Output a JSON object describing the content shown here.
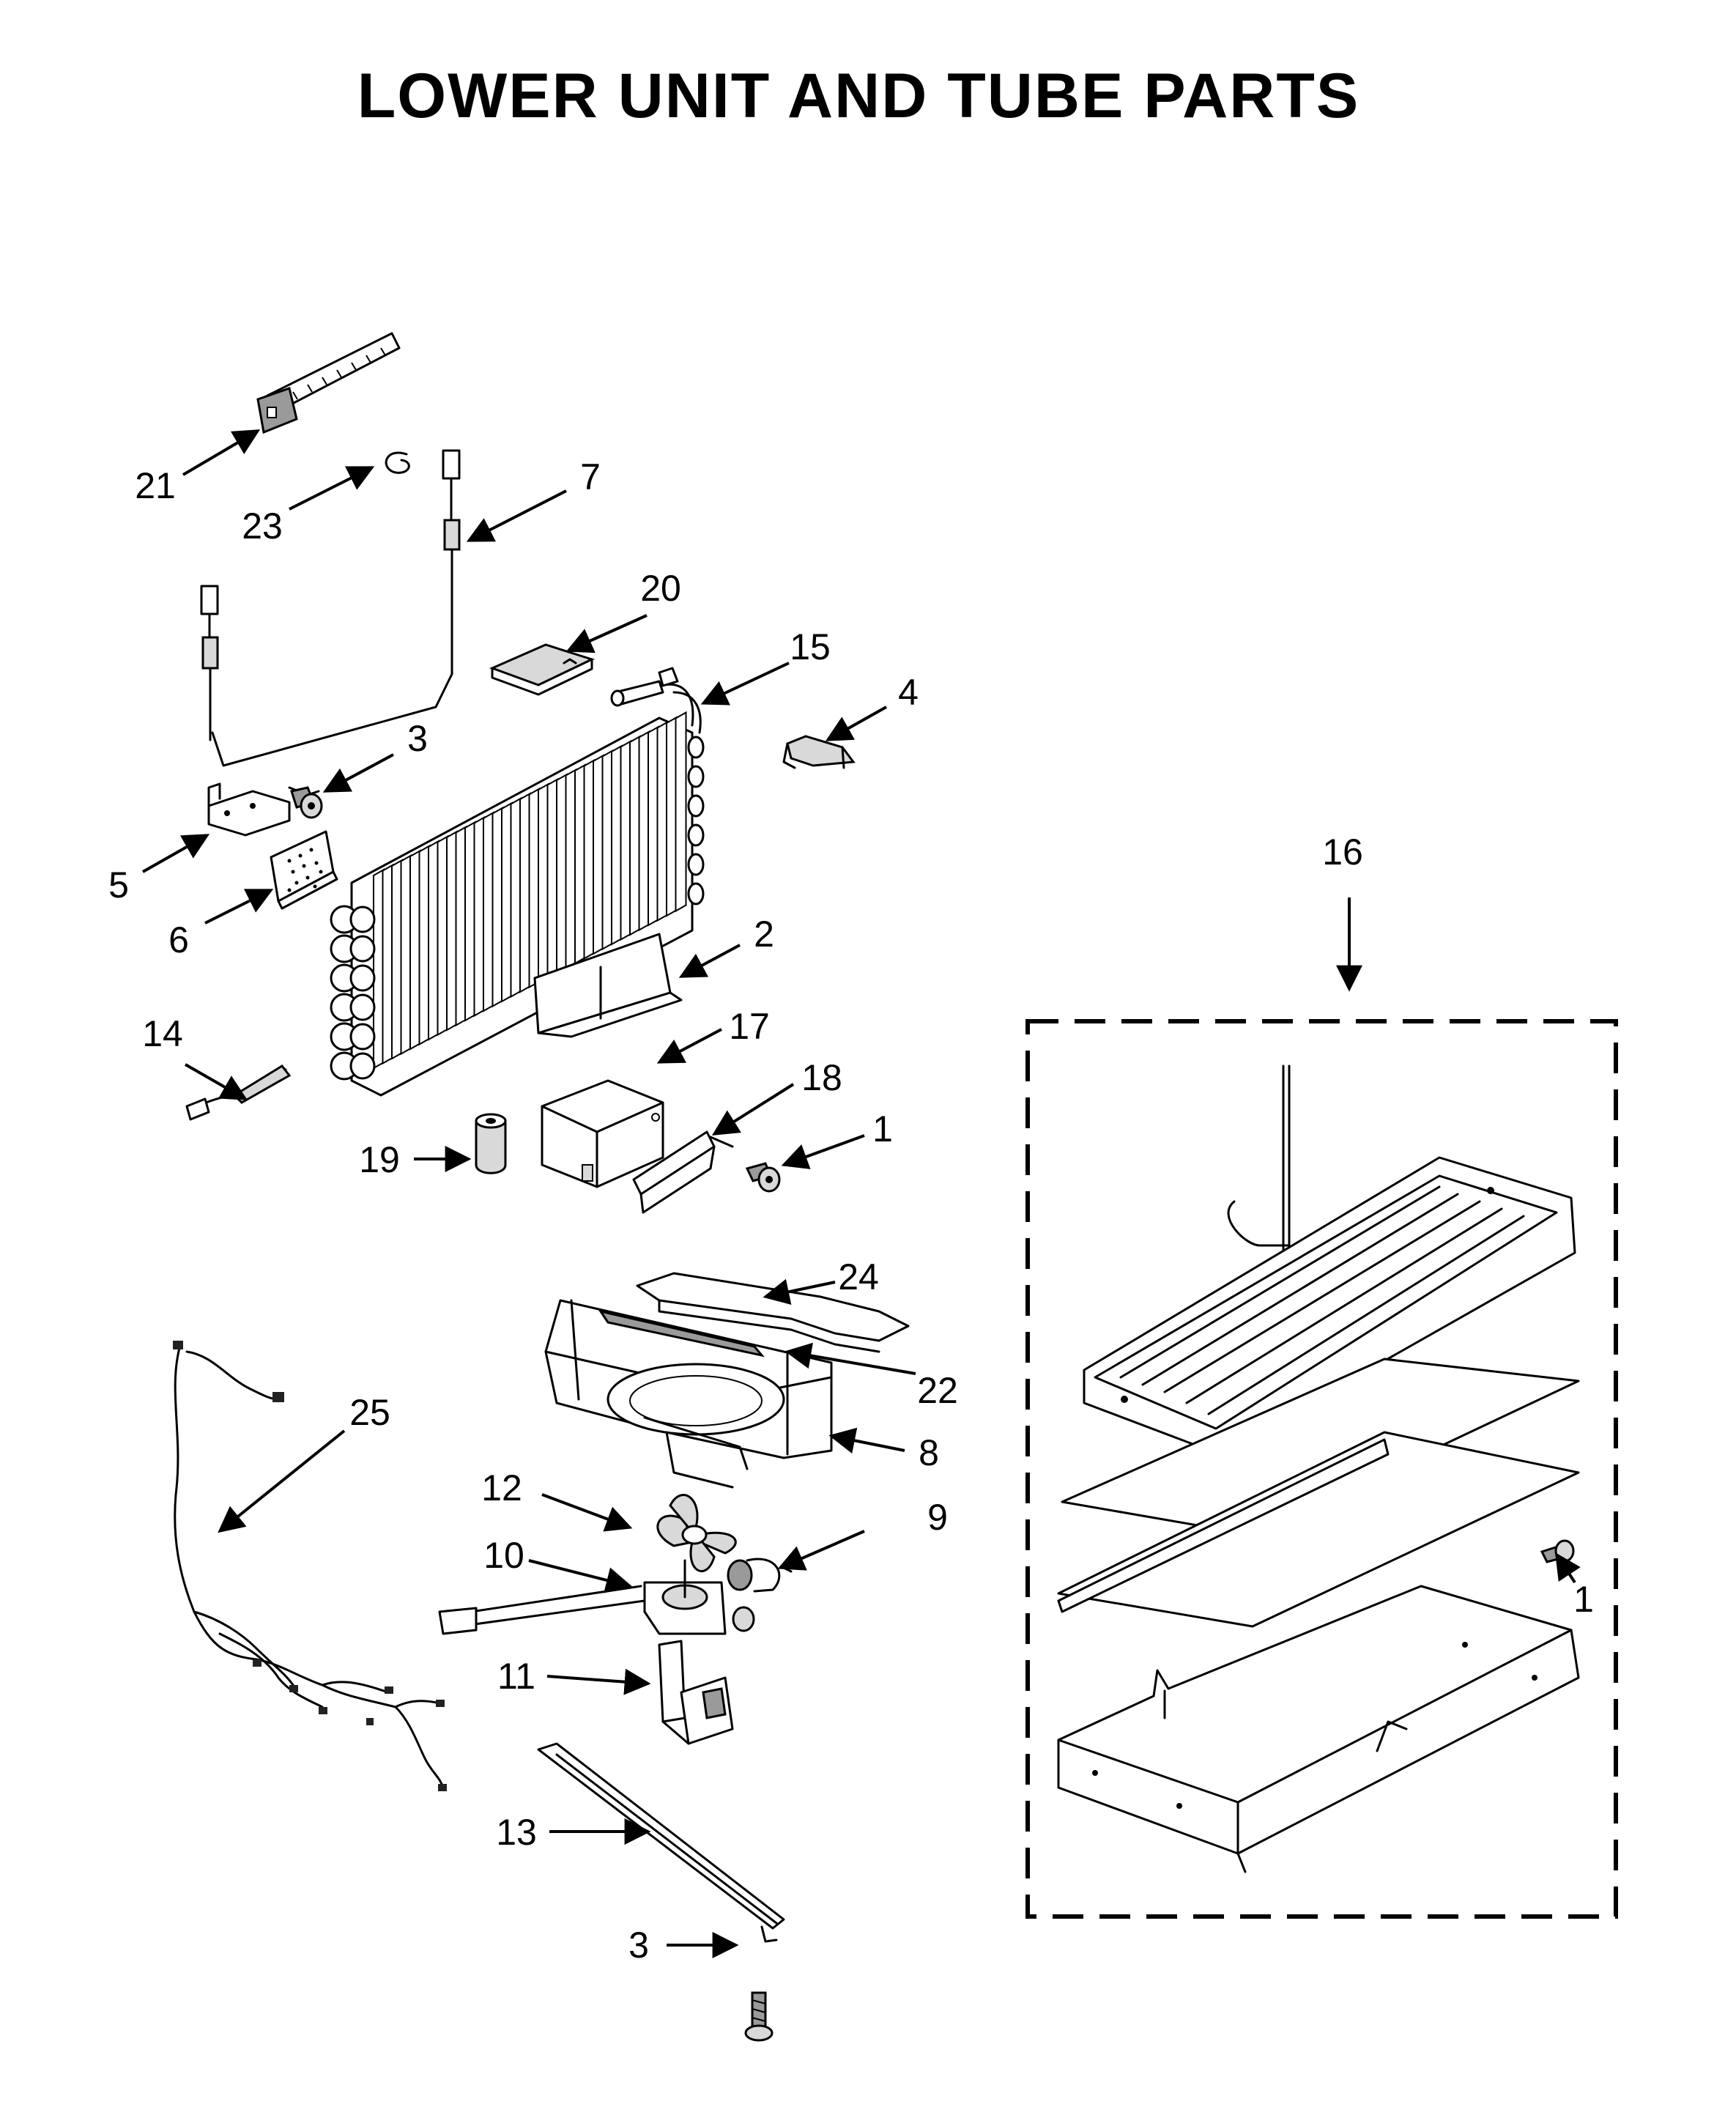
{
  "title": "LOWER UNIT AND TUBE PARTS",
  "callouts": {
    "c21": "21",
    "c23": "23",
    "c7": "7",
    "c20": "20",
    "c15": "15",
    "c4": "4",
    "c3a": "3",
    "c5": "5",
    "c6": "6",
    "c2": "2",
    "c14": "14",
    "c17": "17",
    "c18": "18",
    "c1a": "1",
    "c19": "19",
    "c16": "16",
    "c24": "24",
    "c22": "22",
    "c25": "25",
    "c8": "8",
    "c12": "12",
    "c9": "9",
    "c10": "10",
    "c11": "11",
    "c1b": "1",
    "c13": "13",
    "c3b": "3"
  }
}
